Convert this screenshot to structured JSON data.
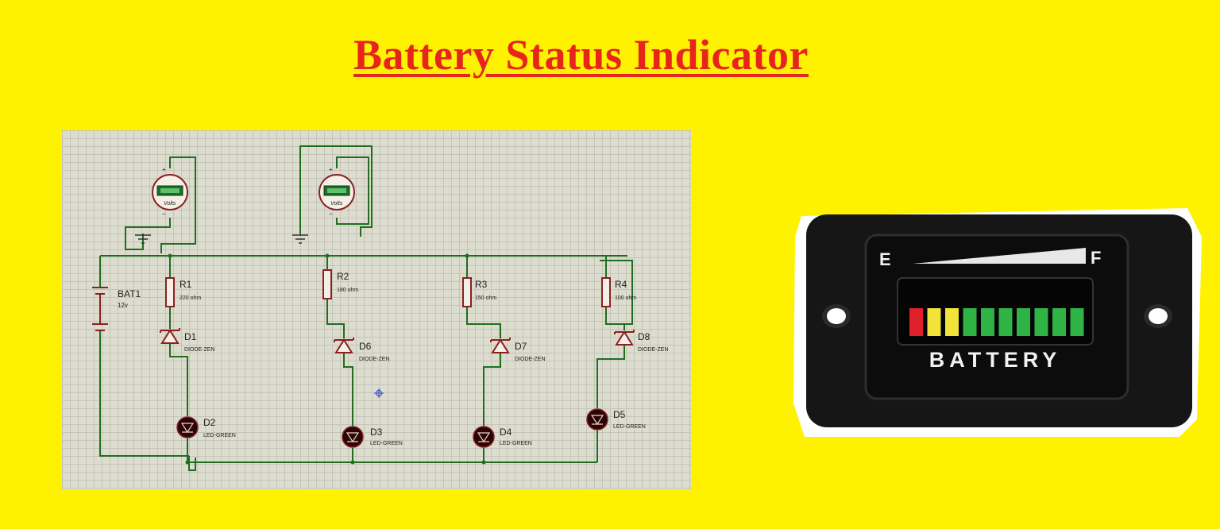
{
  "title": "Battery Status Indicator",
  "schematic": {
    "battery": {
      "ref": "BAT1",
      "value": "12v"
    },
    "voltmeter_label": "Volts",
    "resistors": [
      {
        "ref": "R1",
        "value": "220 ohm"
      },
      {
        "ref": "R2",
        "value": "180 ohm"
      },
      {
        "ref": "R3",
        "value": "150 ohm"
      },
      {
        "ref": "R4",
        "value": "100 ohm"
      }
    ],
    "zeners": [
      {
        "ref": "D1",
        "type": "DIODE-ZEN"
      },
      {
        "ref": "D6",
        "type": "DIODE-ZEN"
      },
      {
        "ref": "D7",
        "type": "DIODE-ZEN"
      },
      {
        "ref": "D8",
        "type": "DIODE-ZEN"
      }
    ],
    "leds": [
      {
        "ref": "D2",
        "type": "LED-GREEN"
      },
      {
        "ref": "D3",
        "type": "LED-GREEN"
      },
      {
        "ref": "D4",
        "type": "LED-GREEN"
      },
      {
        "ref": "D5",
        "type": "LED-GREEN"
      }
    ]
  },
  "gauge": {
    "empty_label": "E",
    "full_label": "F",
    "caption": "BATTERY",
    "segments": [
      "#e0202a",
      "#f3e23a",
      "#f3e23a",
      "#2fb344",
      "#2fb344",
      "#2fb344",
      "#2fb344",
      "#2fb344",
      "#2fb344",
      "#2fb344"
    ]
  },
  "colors": {
    "background": "#fff200",
    "title": "#e8251c",
    "wire": "#1f6e1f",
    "component": "#8a2020"
  }
}
